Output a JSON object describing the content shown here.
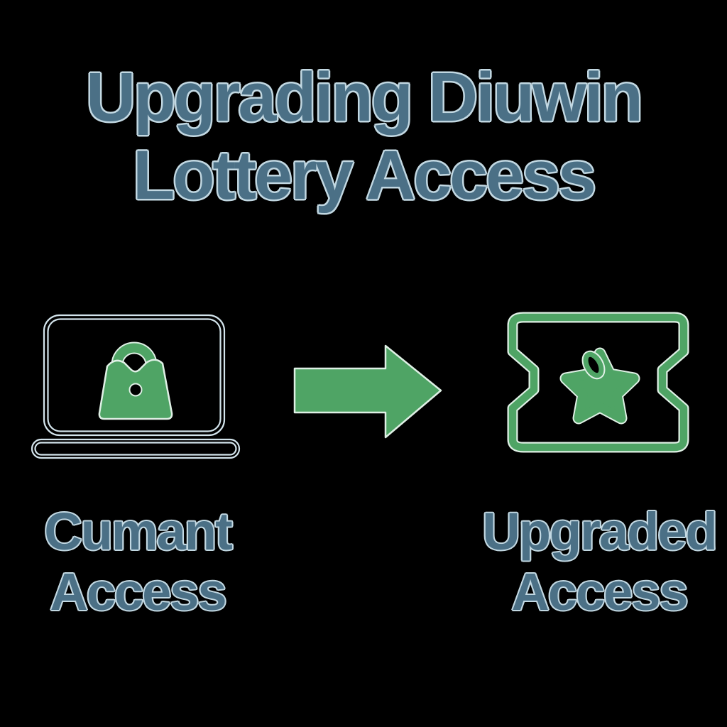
{
  "title": {
    "line1": "Upgrading Diuwin",
    "line2": "Lottery Access"
  },
  "flow": {
    "current": {
      "label_line1": "Cumant",
      "label_line2": "Access",
      "icon": "laptop-shopping-bag-icon"
    },
    "arrow": {
      "icon": "right-arrow-icon"
    },
    "upgraded": {
      "label_line1": "Upgraded",
      "label_line2": "Access",
      "icon": "lottery-ticket-star-icon"
    }
  },
  "colors": {
    "background": "#000000",
    "text_fill": "#4b7086",
    "text_outline": "#c2d8e2",
    "accent_green": "#4fa465",
    "icon_highlight": "#dff0e5",
    "laptop_line": "#d3e4ec"
  }
}
